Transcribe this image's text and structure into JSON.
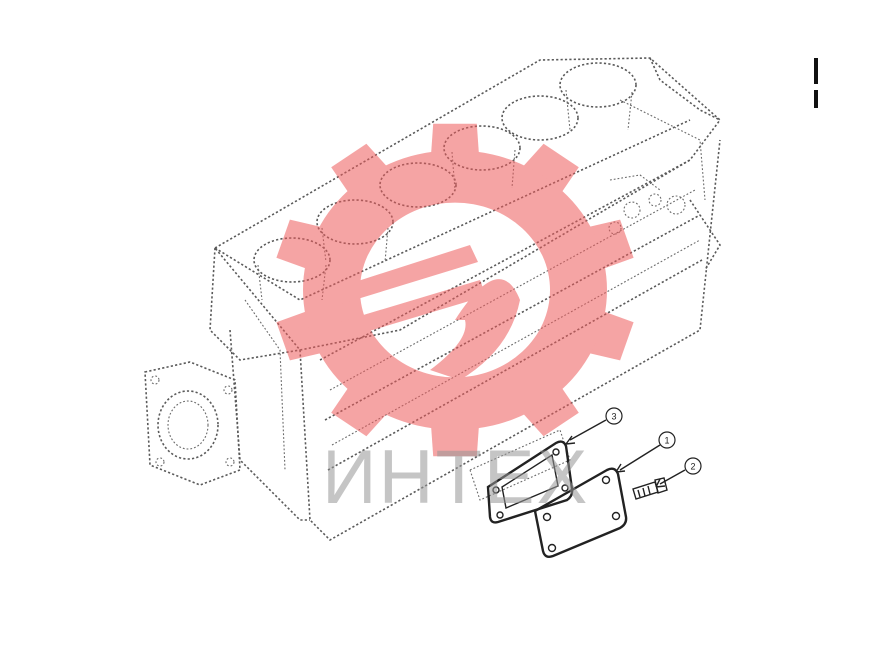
{
  "watermark": {
    "text": "ИНТЕХ",
    "color": "#ee5a5a"
  },
  "callouts": [
    {
      "id": "3",
      "label": "3"
    },
    {
      "id": "1",
      "label": "1"
    },
    {
      "id": "2",
      "label": "2"
    }
  ]
}
